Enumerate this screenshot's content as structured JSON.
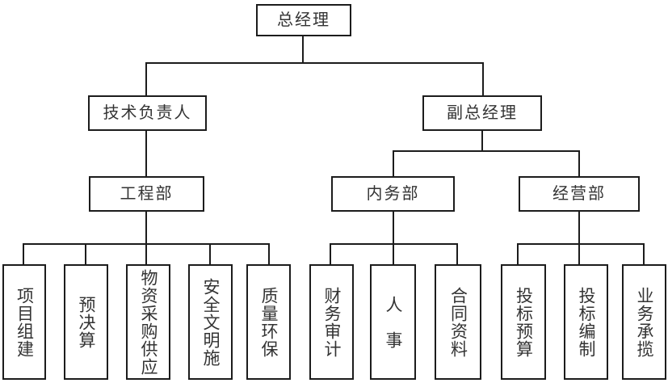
{
  "org_chart": {
    "type": "organization-chart",
    "colors": {
      "line": "#1c1c1c",
      "box_border": "#1c1c1c",
      "box_fill": "#ffffff",
      "text": "#333333",
      "background": "#ffffff"
    },
    "root": {
      "label": "总经理",
      "children": [
        {
          "label": "技术负责人",
          "children": [
            {
              "label": "工程部",
              "children": [
                {
                  "label": "项目组建"
                },
                {
                  "label": "预决算"
                },
                {
                  "label": "物资采购供应"
                },
                {
                  "label": "安全文明施"
                },
                {
                  "label": "质量环保"
                }
              ]
            }
          ]
        },
        {
          "label": "副总经理",
          "children": [
            {
              "label": "内务部",
              "children": [
                {
                  "label": "财务审计"
                },
                {
                  "label": "人　事"
                },
                {
                  "label": "合同资料"
                }
              ]
            },
            {
              "label": "经营部",
              "children": [
                {
                  "label": "投标预算"
                },
                {
                  "label": "投标编制"
                },
                {
                  "label": "业务承揽"
                }
              ]
            }
          ]
        }
      ]
    }
  }
}
